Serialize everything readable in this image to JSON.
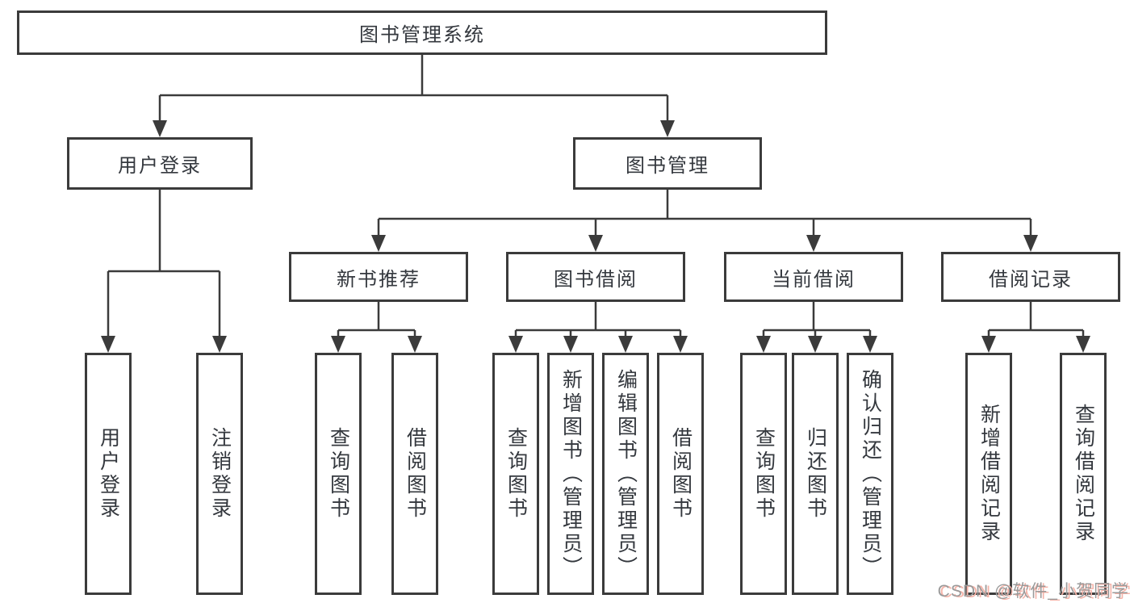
{
  "tree": {
    "root": "图书管理系统",
    "branches": [
      {
        "label": "用户登录",
        "leaves": [
          "用户登录",
          "注销登录"
        ]
      },
      {
        "label": "图书管理",
        "groups": [
          {
            "label": "新书推荐",
            "leaves": [
              "查询图书",
              "借阅图书"
            ]
          },
          {
            "label": "图书借阅",
            "leaves": [
              "查询图书",
              "新增图书（管理员）",
              "编辑图书（管理员）",
              "借阅图书"
            ]
          },
          {
            "label": "当前借阅",
            "leaves": [
              "查询图书",
              "归还图书",
              "确认归还（管理员）"
            ]
          },
          {
            "label": "借阅记录",
            "leaves": [
              "新增借阅记录",
              "查询借阅记录"
            ]
          }
        ]
      }
    ]
  },
  "watermark": "CSDN @软件_小贺同学",
  "colors": {
    "line": "#3b3b3b",
    "box_border": "#3b3b3b",
    "text": "#34383e",
    "watermark_text": "#9a9a9a",
    "watermark_shadow": "#f5b3a8"
  }
}
